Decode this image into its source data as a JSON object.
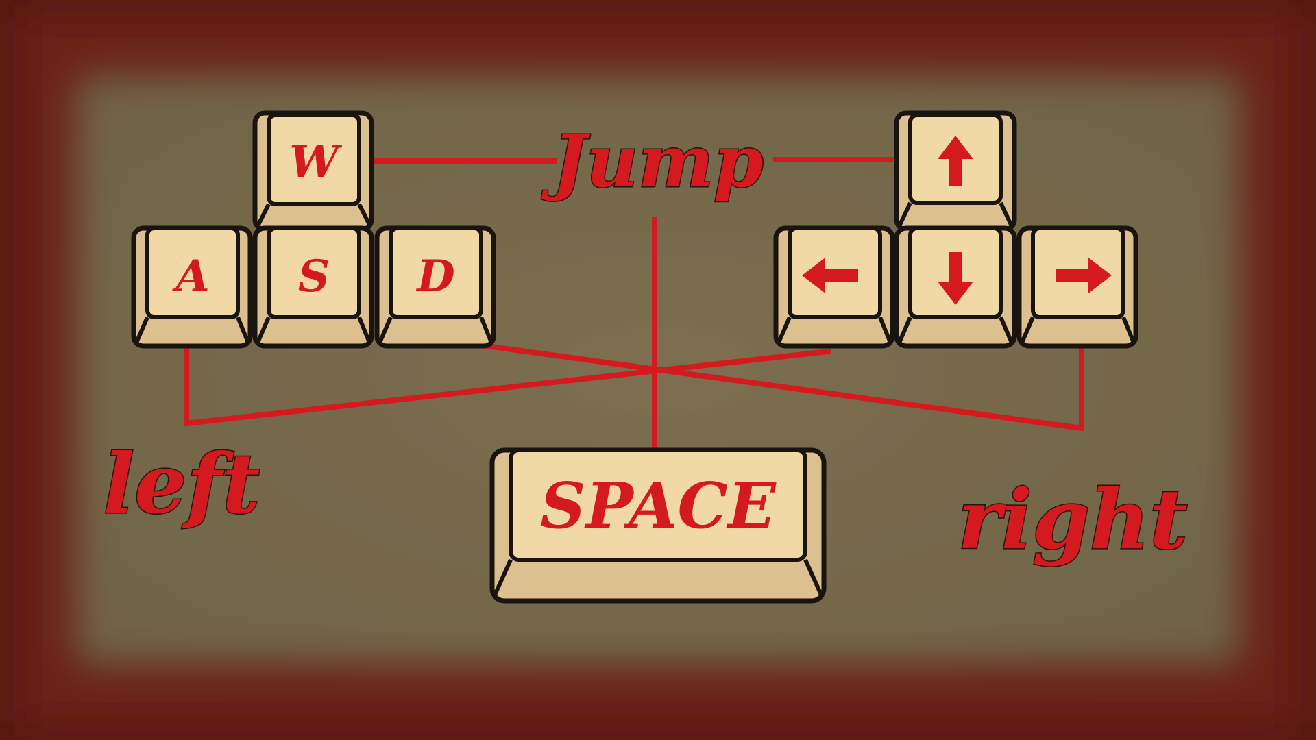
{
  "scene": {
    "colors": {
      "frame": "#5a1812",
      "board": "#776a4c",
      "key_face": "#f1d9a6",
      "key_side": "#dcc090",
      "outline": "#1a1410",
      "accent_red": "#d41a1e"
    }
  },
  "keys": {
    "w": "W",
    "a": "A",
    "s": "S",
    "d": "D",
    "space": "SPACE",
    "arrow_up": "arrow-up-icon",
    "arrow_left": "arrow-left-icon",
    "arrow_down": "arrow-down-icon",
    "arrow_right": "arrow-right-icon"
  },
  "labels": {
    "jump": "Jump",
    "left": "left",
    "right": "right"
  }
}
